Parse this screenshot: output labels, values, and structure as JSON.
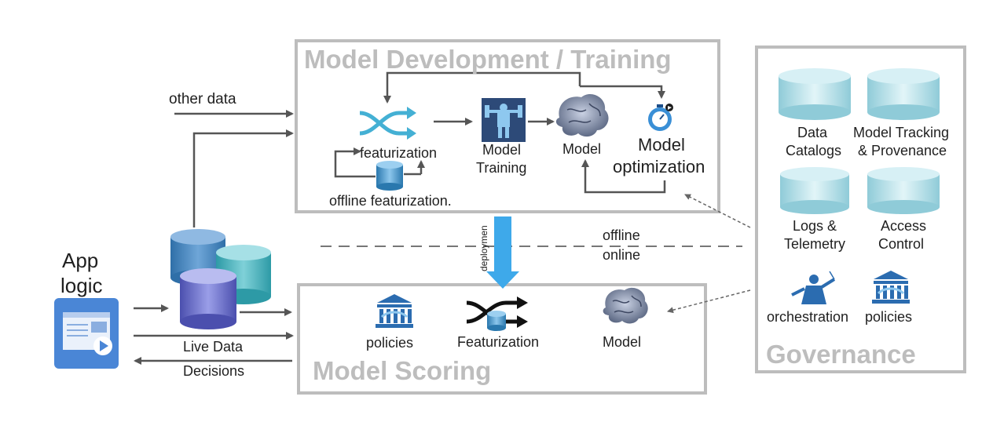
{
  "titles": {
    "development": "Model Development / Training",
    "scoring": "Model Scoring",
    "governance": "Governance"
  },
  "app": {
    "label_line1": "App",
    "label_line2": "logic"
  },
  "flows": {
    "other_data": "other data",
    "live_data": "Live Data",
    "decisions": "Decisions",
    "deployment": "deploymen",
    "offline": "offline",
    "online": "online"
  },
  "development": {
    "featurization": "featurization",
    "offline_featurization": "offline featurization.",
    "model_training_line1": "Model",
    "model_training_line2": "Training",
    "model": "Model",
    "optimization_line1": "Model",
    "optimization_line2": "optimization"
  },
  "scoring": {
    "policies": "policies",
    "featurization": "Featurization",
    "model": "Model"
  },
  "governance": {
    "data_catalogs_line1": "Data",
    "data_catalogs_line2": "Catalogs",
    "model_tracking_line1": "Model Tracking",
    "model_tracking_line2": "& Provenance",
    "logs_line1": "Logs &",
    "logs_line2": "Telemetry",
    "access_line1": "Access",
    "access_line2": "Control",
    "orchestration": "orchestration",
    "policies": "policies"
  },
  "colors": {
    "box_border": "#bdbdbd",
    "title_gray": "#bdbdbd",
    "arrow_gray": "#555555",
    "deploy_blue": "#3ea9ea",
    "icon_blue": "#2b6cb0",
    "cylinder_light": "#bfe6ee",
    "app_blue": "#4a86d6"
  }
}
